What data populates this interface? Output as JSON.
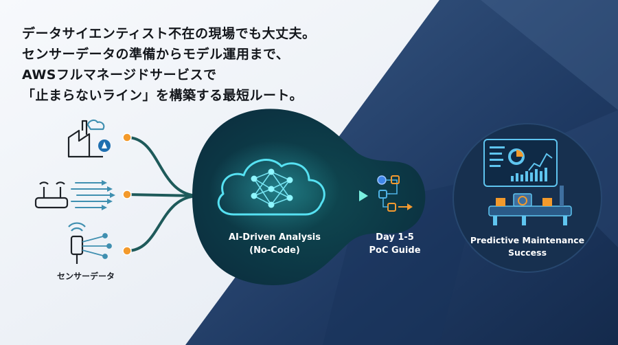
{
  "headline": [
    "データサイエンティスト不在の現場でも大丈夫。",
    "センサーデータの準備からモデル運用まで、",
    "AWSフルマネージドサービスで",
    "「止まらないライン」を構築する最短ルート。"
  ],
  "nodes": {
    "sensor": {
      "label": "センサーデータ"
    },
    "analysis": {
      "line1": "AI-Driven Analysis",
      "line2": "(No-Code)"
    },
    "poc": {
      "line1": "Day 1-5",
      "line2": "PoC Guide"
    },
    "maintenance": {
      "line1": "Predictive Maintenance",
      "line2": "Success"
    }
  },
  "colors": {
    "accent_orange": "#f28c1e",
    "teal": "#3fd0c9",
    "navy": "#1d3a5f",
    "dark_teal": "#0f3a45"
  },
  "icons": [
    "factory-icon",
    "router-icon",
    "sensor-device-icon",
    "cloud-neural-network-icon",
    "workflow-steps-icon",
    "dashboard-monitor-icon",
    "factory-machine-icon"
  ]
}
